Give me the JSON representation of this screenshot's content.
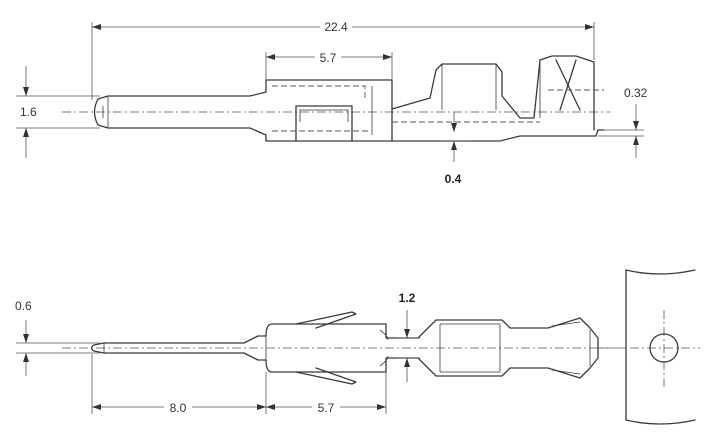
{
  "dimensions": {
    "overall_length": "22.4",
    "body_length_top": "5.7",
    "pin_diameter": "1.6",
    "tail_thickness": "0.32",
    "crimp_offset": "0.4",
    "pin_width_bottom": "0.6",
    "spring_gap": "1.2",
    "pin_length": "8.0",
    "body_length_bottom": "5.7"
  }
}
